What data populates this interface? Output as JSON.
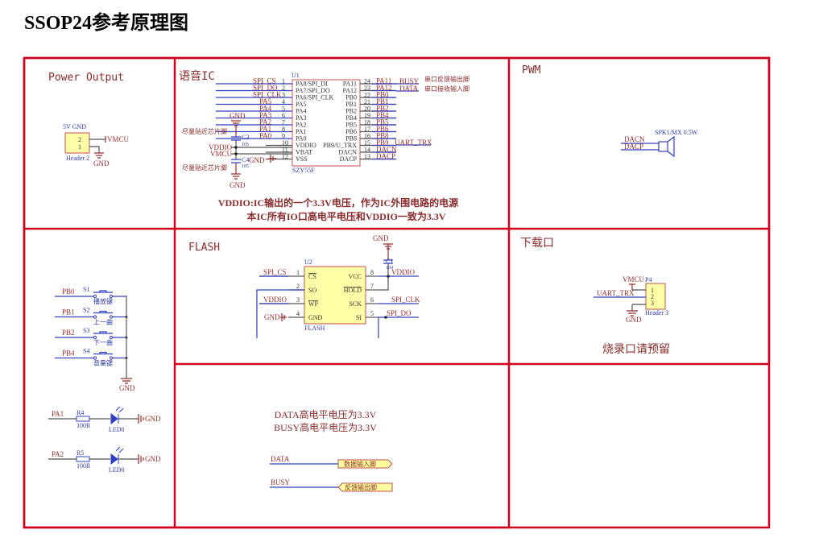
{
  "title": "SSOP24参考原理图",
  "sections": {
    "power": "Power Output",
    "voice_ic": "语音IC",
    "pwm": "PWM",
    "flash": "FLASH",
    "download": "下载口"
  },
  "power": {
    "top_label": "5V GND",
    "pins": [
      "2",
      "1"
    ],
    "ref": "Header 2",
    "vmcu": "VMCU",
    "gnd": "GND"
  },
  "u1": {
    "ref": "U1",
    "part": "SZY55F",
    "left": [
      [
        "SPI_CS",
        "1",
        "PA8/SPI_DI"
      ],
      [
        "SPI_DO",
        "2",
        "PA7/SPI_DO"
      ],
      [
        "SPI_CLK",
        "3",
        "PA6/SPI_CLK"
      ],
      [
        "PA5",
        "4",
        "PA5"
      ],
      [
        "PA4",
        "5",
        "PA4"
      ],
      [
        "PA3",
        "6",
        "PA3"
      ],
      [
        "PA2",
        "7",
        "PA2"
      ],
      [
        "PA1",
        "8",
        "PA1"
      ],
      [
        "PA0",
        "9",
        "PA0"
      ],
      [
        "",
        "10",
        "VDDIO"
      ],
      [
        "",
        "11",
        "VBAT"
      ],
      [
        "",
        "12",
        "VSS"
      ]
    ],
    "right": [
      [
        "PA11",
        "24",
        "PA11"
      ],
      [
        "PA12",
        "23",
        "PA12"
      ],
      [
        "PB0",
        "22",
        "PB0"
      ],
      [
        "PB1",
        "21",
        "PB1"
      ],
      [
        "PB2",
        "20",
        "PB2"
      ],
      [
        "PB4",
        "19",
        "PB4"
      ],
      [
        "PB5",
        "18",
        "PB5"
      ],
      [
        "PB6",
        "17",
        "PB6"
      ],
      [
        "PB8",
        "16",
        "PB8"
      ],
      [
        "PB9",
        "15",
        "PB9/U_TRX"
      ],
      [
        "DACN",
        "14",
        "DACN"
      ],
      [
        "DACP",
        "13",
        "DACP"
      ]
    ],
    "busy": "BUSY",
    "data": "DATA",
    "busy_note": "串口反馈输出脚",
    "data_note": "串口接收输入脚",
    "uart": "UART_TRX",
    "gnd": "GND",
    "c3": "C3",
    "c3v": "105",
    "c4": "C4",
    "c4v": "105",
    "vddio": "VDDIO",
    "vmcu": "VMCU",
    "near_note": "尽量贴近芯片脚",
    "vss_gnd": "GND"
  },
  "u1_notes": [
    "VDDIO:IC输出的一个3.3V电压，作为IC外围电路的电源",
    "本IC所有IO口高电平电压和VDDIO一致为3.3V"
  ],
  "keys": [
    {
      "net": "PB0",
      "ref": "S1",
      "label": "播放键"
    },
    {
      "net": "PB1",
      "ref": "S2",
      "label": "上一曲"
    },
    {
      "net": "PB2",
      "ref": "S3",
      "label": "下一曲"
    },
    {
      "net": "PB4",
      "ref": "S4",
      "label": "音量键"
    }
  ],
  "keys_gnd": "GND",
  "leds": [
    {
      "net": "PA1",
      "res": "R4",
      "val": "100R",
      "led": "LED0",
      "gnd": "GND"
    },
    {
      "net": "PA2",
      "res": "R5",
      "val": "100R",
      "led": "LED0",
      "gnd": "GND"
    }
  ],
  "u2": {
    "ref": "U2",
    "part": "FLASH",
    "left": [
      [
        "SPI_CS",
        "1",
        "CS"
      ],
      [
        "",
        "2",
        "SO"
      ],
      [
        "VDDIO",
        "3",
        "WP"
      ],
      [
        "GND",
        "4",
        "GND"
      ]
    ],
    "right": [
      [
        "VDDIO",
        "8",
        "VCC"
      ],
      [
        "",
        "7",
        "HOLD"
      ],
      [
        "SPI_CLK",
        "6",
        "SCK"
      ],
      [
        "SPI_DO",
        "5",
        "SI"
      ]
    ],
    "gnd": "GND",
    "c1": "C1",
    "c1v": "104"
  },
  "pwm": {
    "speaker": "SPK1/MX 0.5W",
    "dacn": "DACN",
    "dacp": "DACP"
  },
  "download": {
    "ref": "P4",
    "vmcu": "VMCU",
    "uart": "UART_TRX",
    "pins": [
      "1",
      "2",
      "3"
    ],
    "part": "Header 3",
    "gnd": "GND",
    "note": "烧录口请预留"
  },
  "ports": {
    "notes": [
      "DATA高电平电压为3.3V",
      "BUSY高电平电压为3.3V"
    ],
    "data": "DATA",
    "data_port": "数据输入脚",
    "busy": "BUSY",
    "busy_port": "反馈输出脚"
  }
}
